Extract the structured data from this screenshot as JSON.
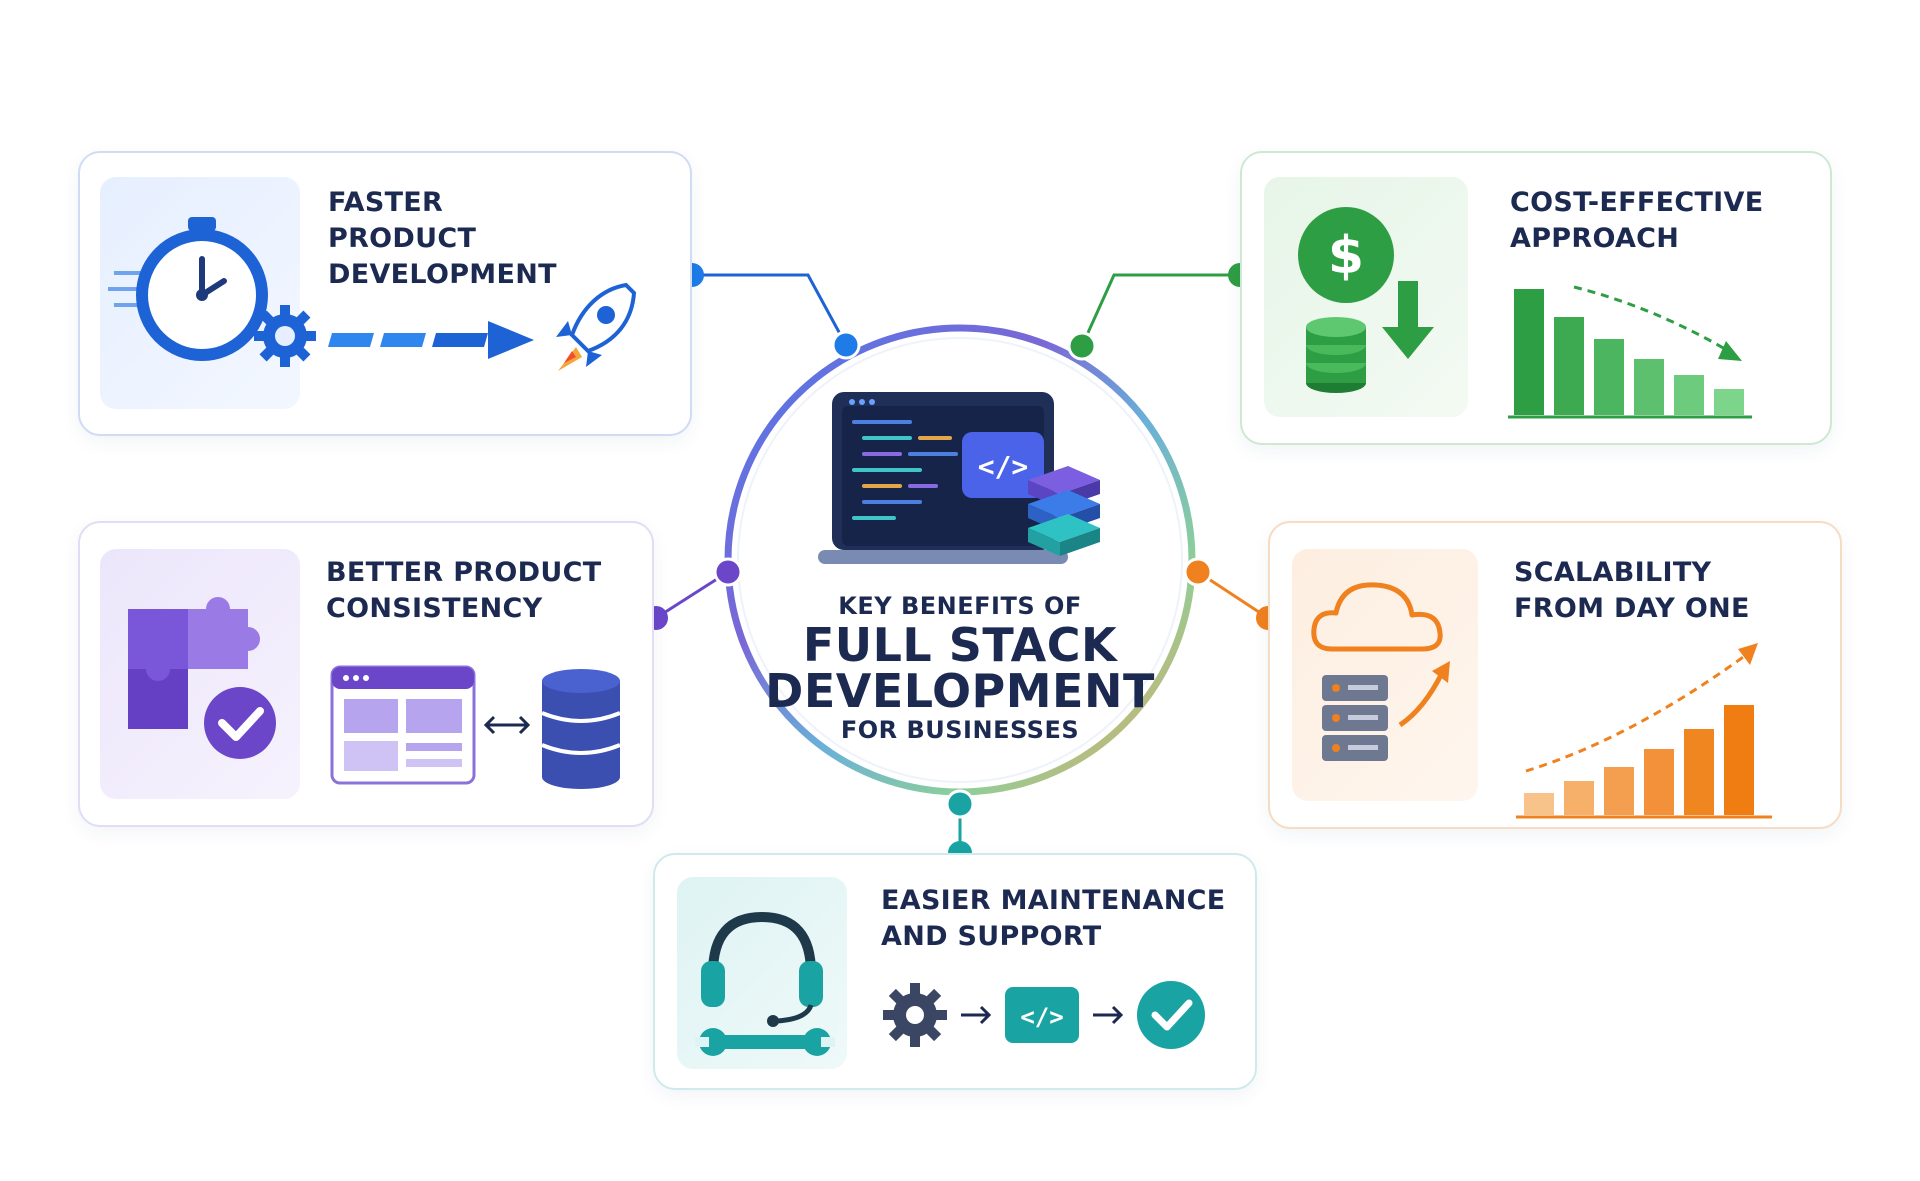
{
  "hub": {
    "kicker": "KEY BENEFITS OF",
    "title_line1": "FULL STACK",
    "title_line2": "DEVELOPMENT",
    "subtitle": "FOR BUSINESSES",
    "icon": "laptop-code-icon"
  },
  "benefits": [
    {
      "id": "faster",
      "title_line1": "FASTER",
      "title_line2": "PRODUCT DEVELOPMENT",
      "accent": "#1e63d6",
      "icons": [
        "stopwatch-icon",
        "gear-icon",
        "arrow-right-icon",
        "rocket-icon"
      ]
    },
    {
      "id": "cost",
      "title_line1": "COST-EFFECTIVE",
      "title_line2": "APPROACH",
      "accent": "#2e9e44",
      "icons": [
        "dollar-coin-icon",
        "down-arrow-icon",
        "coin-stack-icon",
        "decreasing-bar-chart-icon"
      ]
    },
    {
      "id": "consistency",
      "title_line1": "BETTER PRODUCT",
      "title_line2": "CONSISTENCY",
      "accent": "#6b46c9",
      "icons": [
        "puzzle-icon",
        "check-circle-icon",
        "browser-window-icon",
        "double-arrow-icon",
        "database-icon"
      ]
    },
    {
      "id": "scalability",
      "title_line1": "SCALABILITY",
      "title_line2": "FROM DAY ONE",
      "accent": "#f0811f",
      "icons": [
        "cloud-icon",
        "server-icon",
        "up-arrow-icon",
        "increasing-bar-chart-icon"
      ]
    },
    {
      "id": "maintenance",
      "title_line1": "EASIER MAINTENANCE",
      "title_line2": "AND SUPPORT",
      "accent": "#1aa3a3",
      "icons": [
        "headset-icon",
        "wrench-icon",
        "gear-icon",
        "code-icon",
        "check-circle-icon"
      ]
    }
  ]
}
